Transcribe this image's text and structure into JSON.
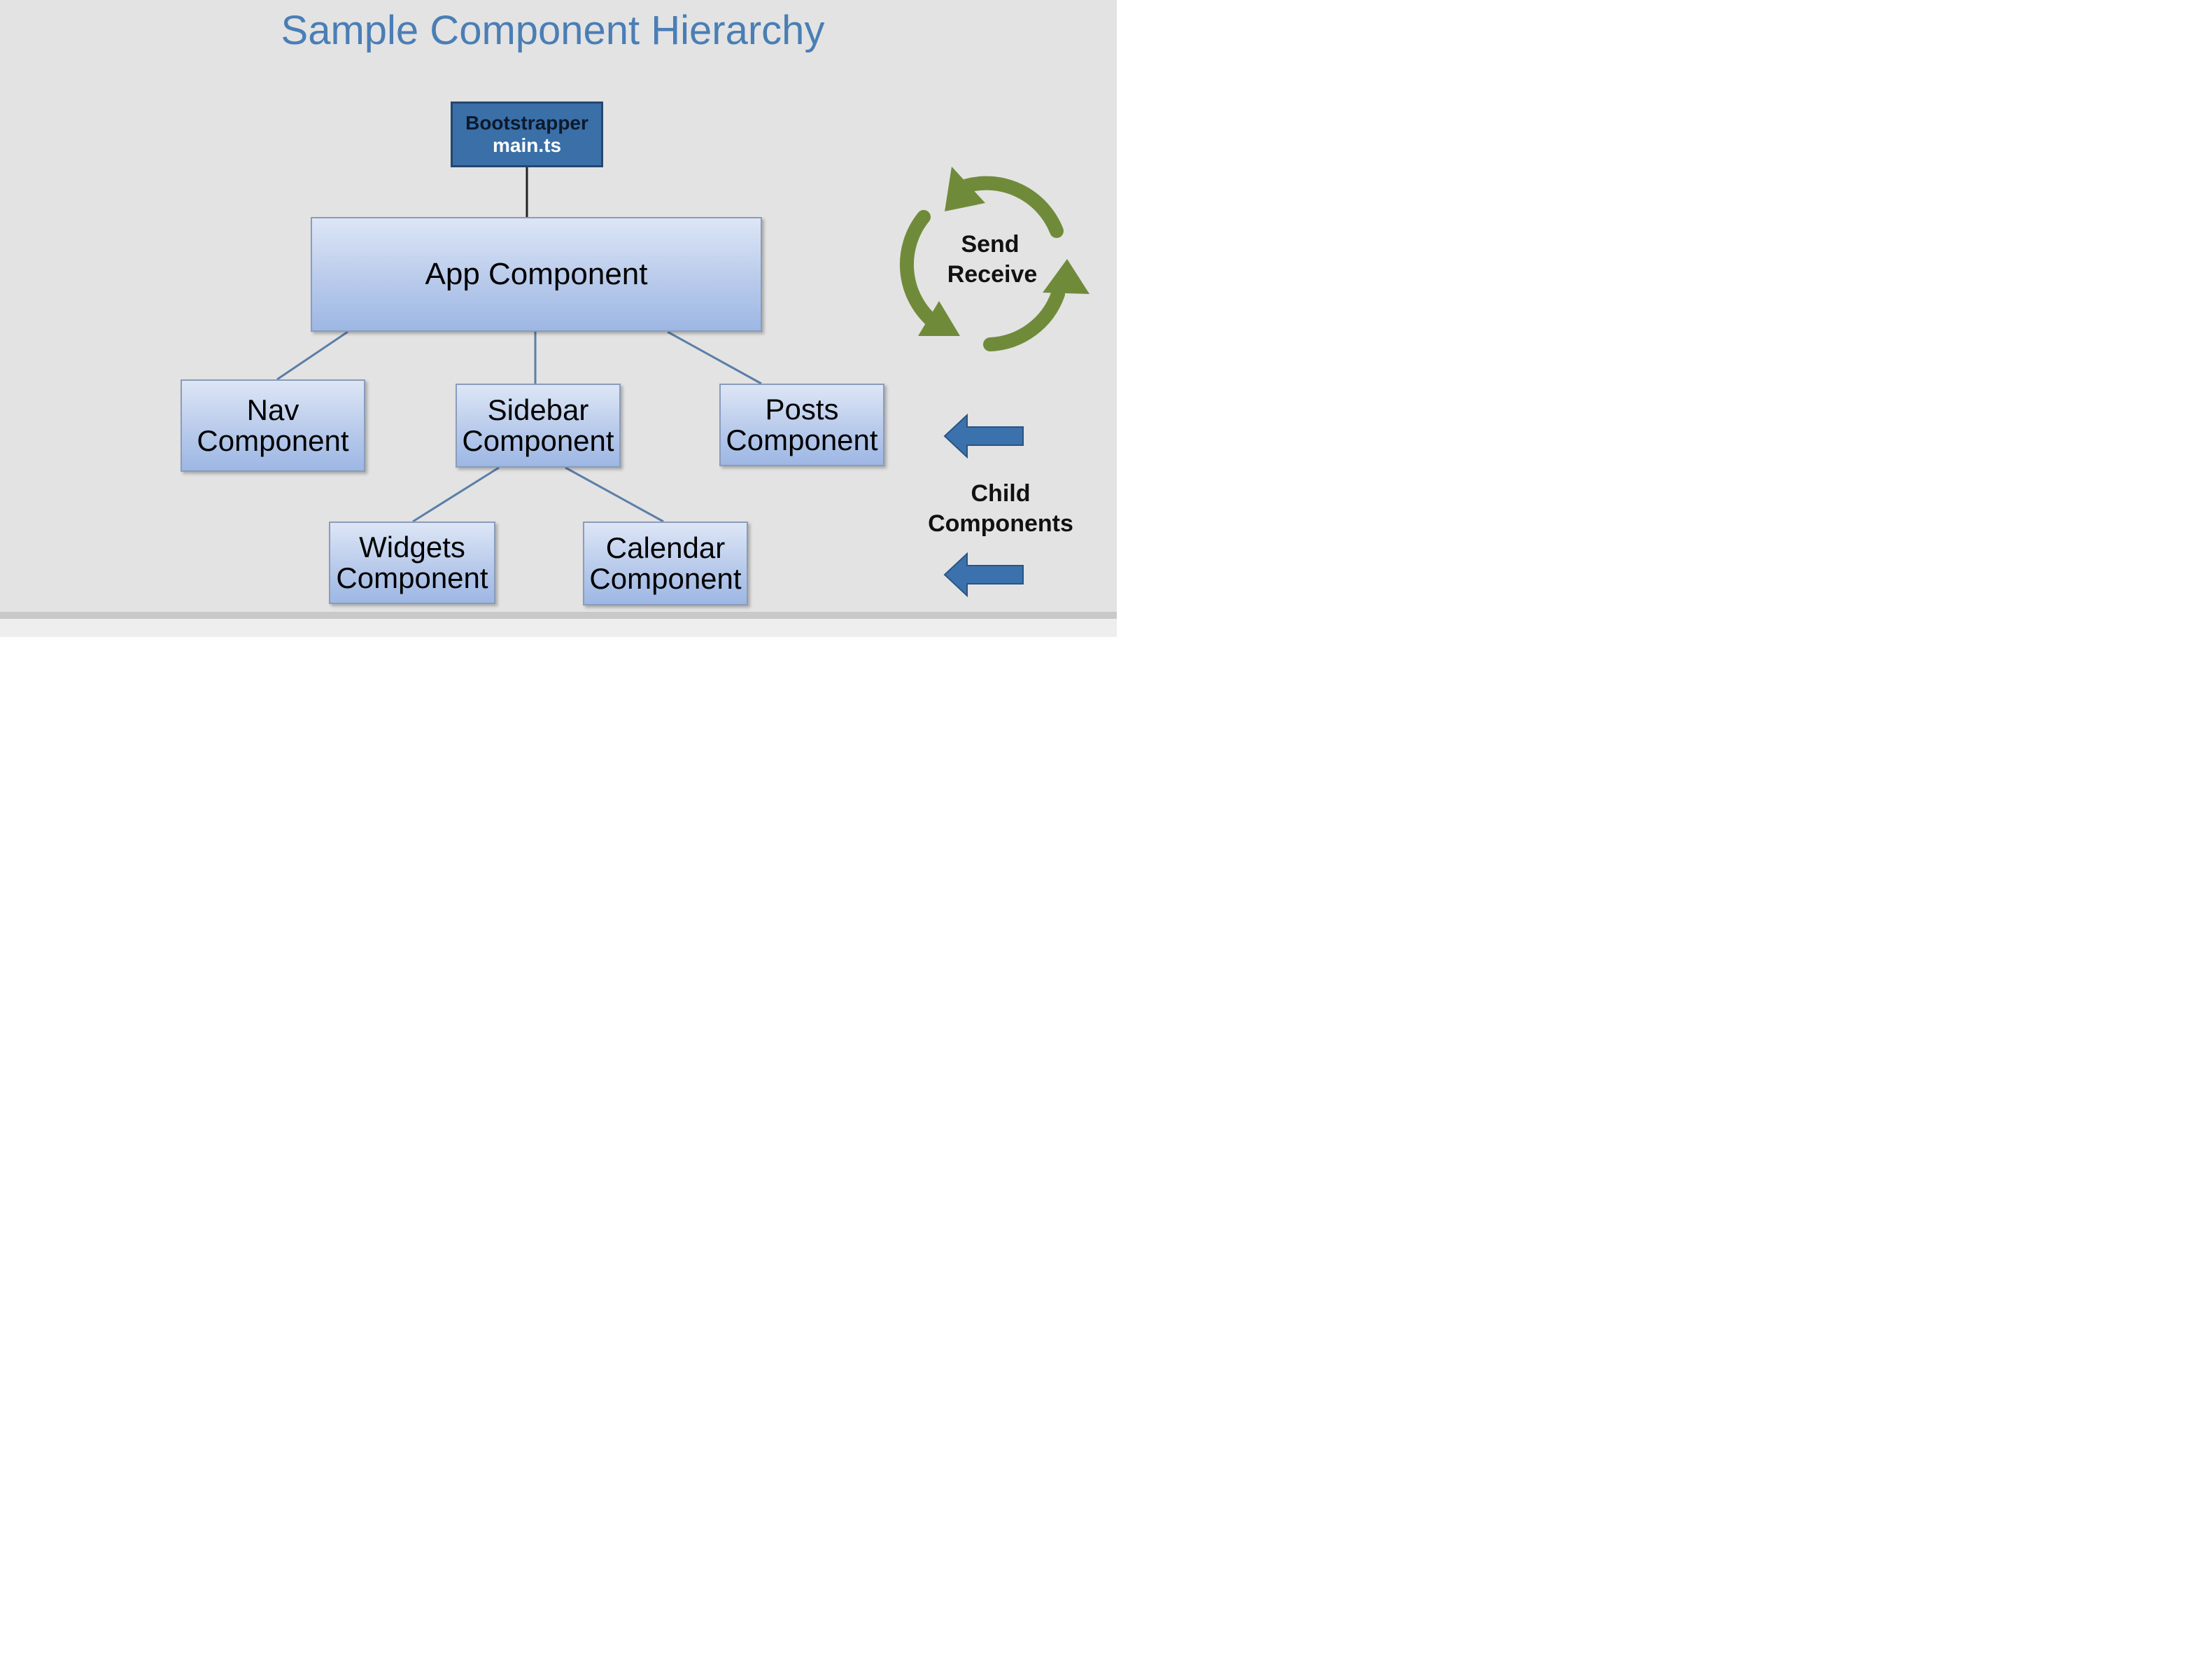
{
  "title": "Sample Component Hierarchy",
  "bootstrapper": {
    "line1": "Bootstrapper",
    "line2": "main.ts"
  },
  "app": {
    "label": "App Component"
  },
  "children": {
    "nav": [
      "Nav",
      "Component"
    ],
    "sidebar": [
      "Sidebar",
      "Component"
    ],
    "posts": [
      "Posts",
      "Component"
    ],
    "widgets": [
      "Widgets",
      "Component"
    ],
    "calendar": [
      "Calendar",
      "Component"
    ]
  },
  "cycle": {
    "send": "Send",
    "receive": "Receive"
  },
  "legend": {
    "child_line1": "Child",
    "child_line2": "Components"
  },
  "icons": {
    "cycle": "circular-arrows-icon",
    "child_arrow": "left-arrow-icon"
  },
  "colors": {
    "title": "#4a7eb5",
    "bootstrapper": "#3a6fa8",
    "cycle_arrows": "#6f8b3a",
    "child_arrows": "#3b72ad",
    "connector": "#5a7fa8"
  }
}
